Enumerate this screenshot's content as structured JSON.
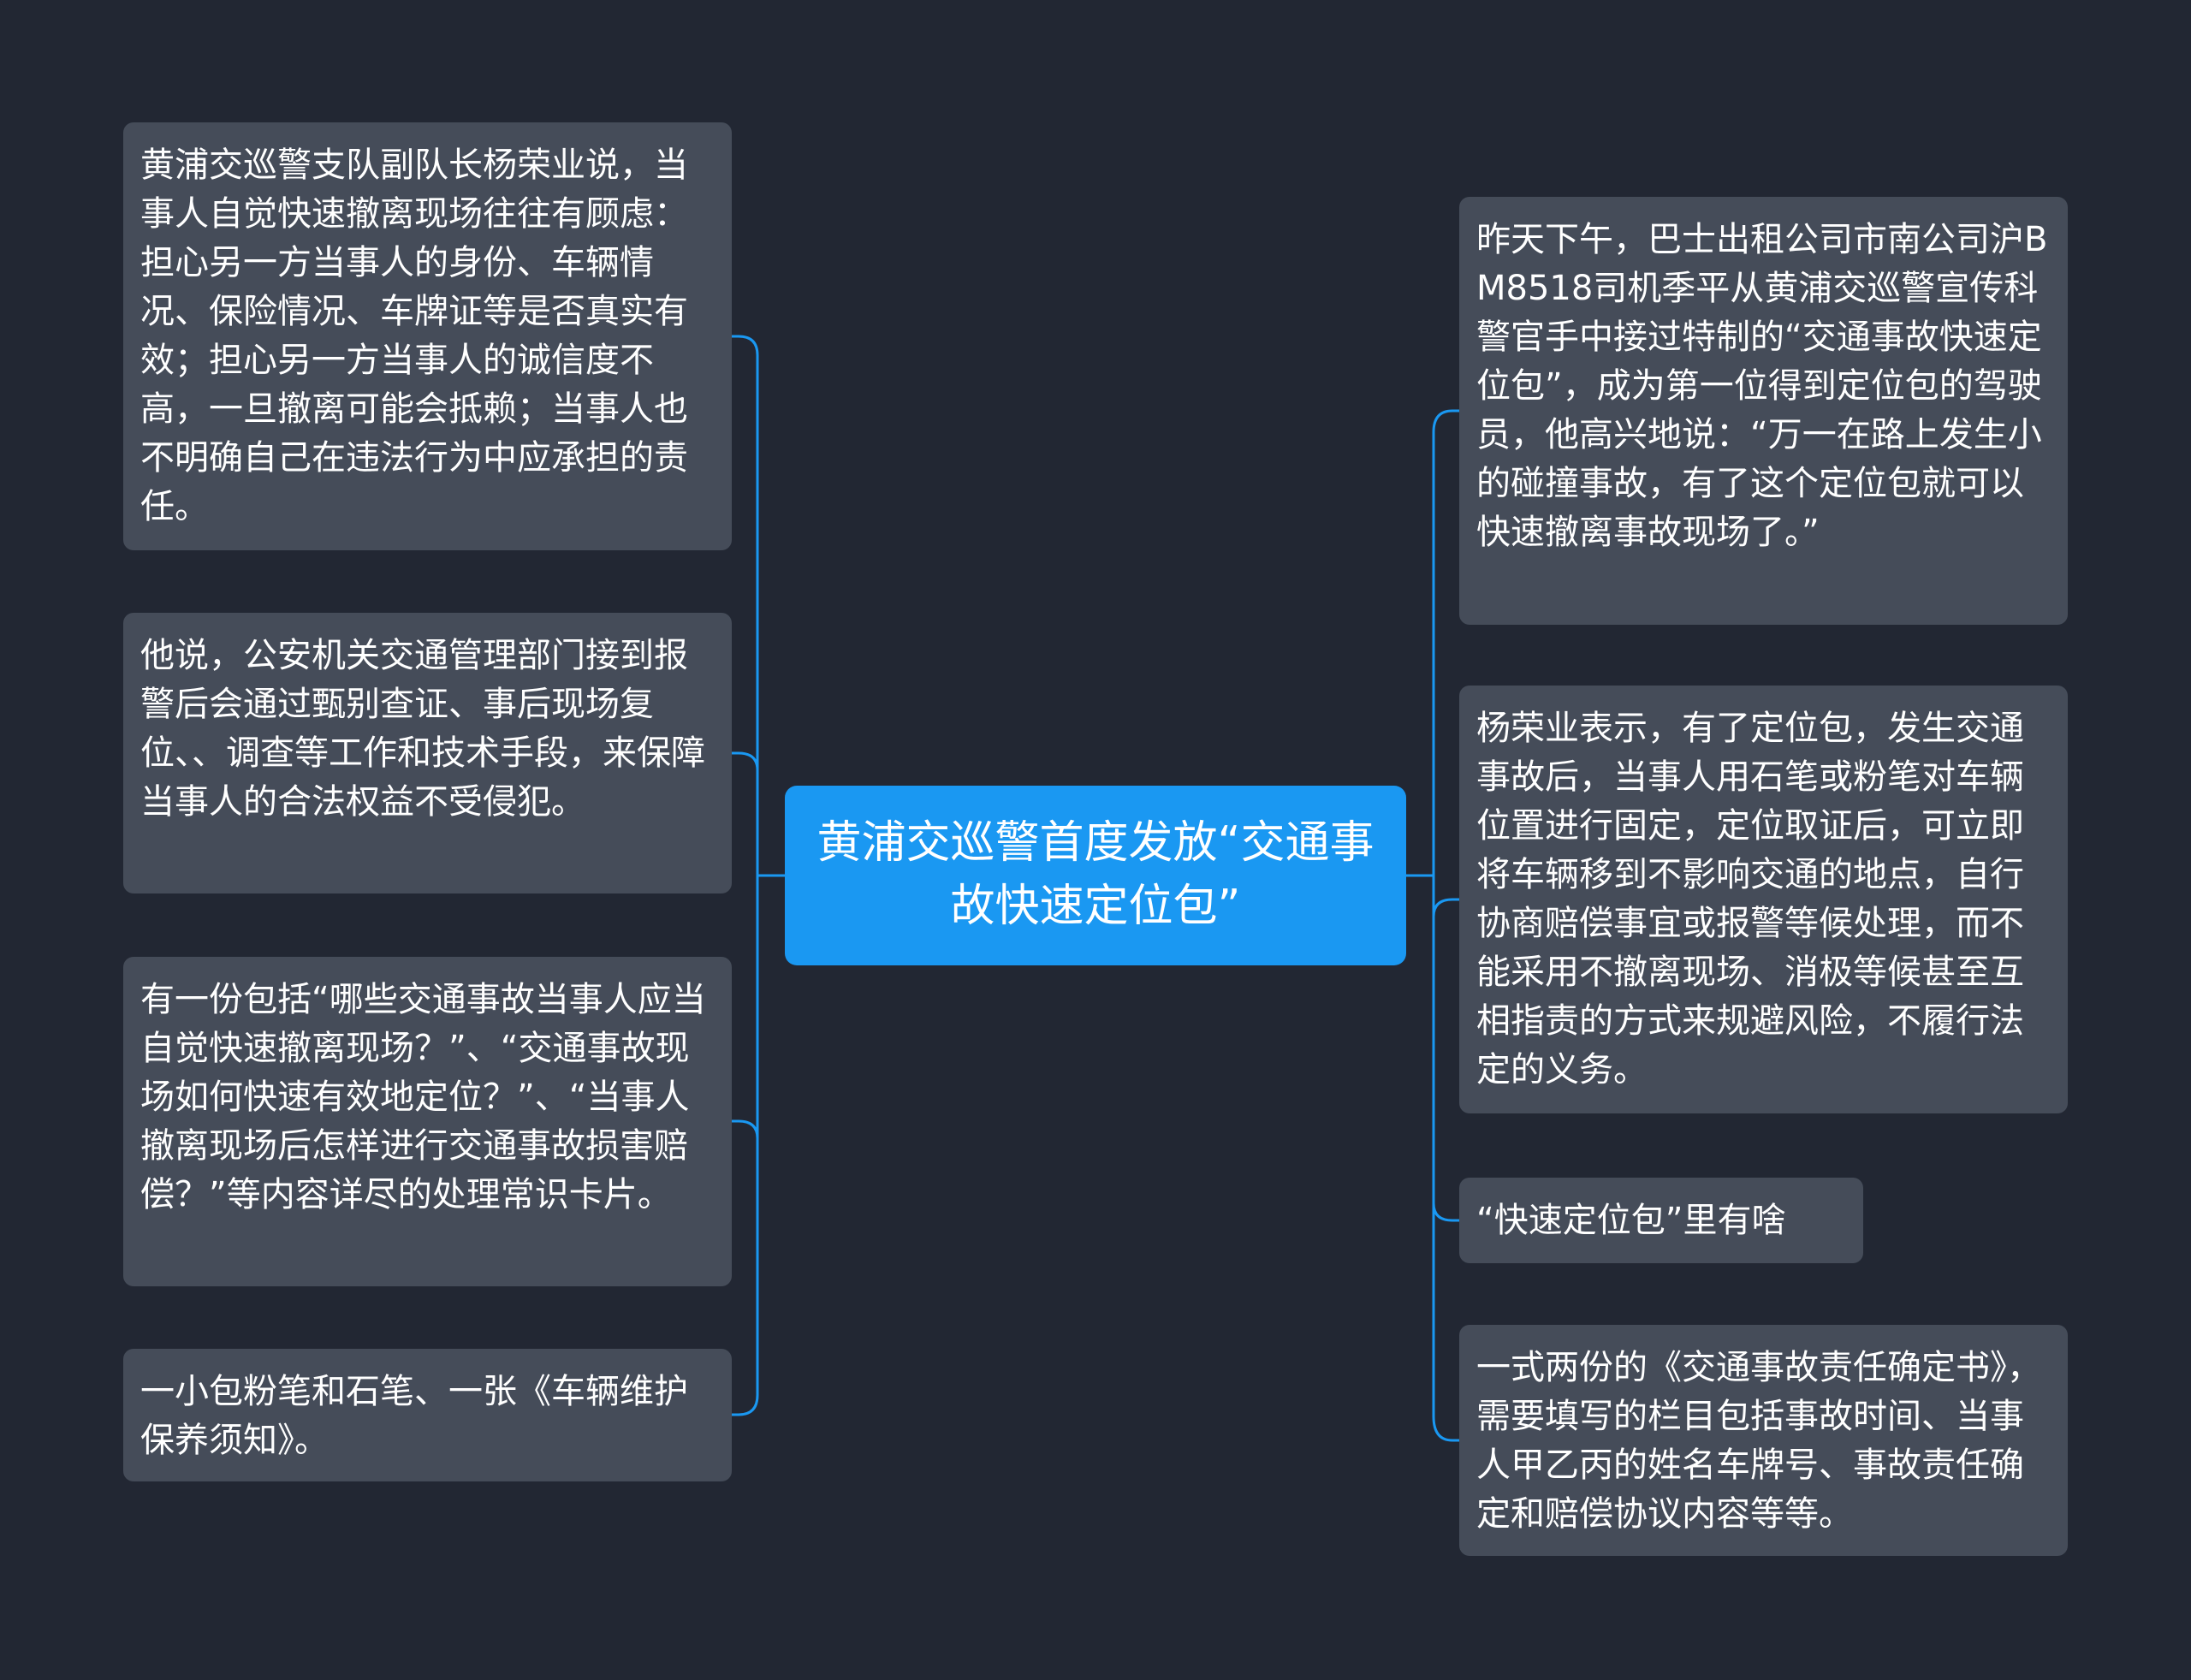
{
  "colors": {
    "background": "#222733",
    "center_node": "#1a98f2",
    "topic_node": "#454c59",
    "connector": "#1a98f2",
    "text": "#ffffff"
  },
  "center": {
    "text": "黄浦交巡警首度发放“交通事故快速定位包”"
  },
  "left_nodes": [
    {
      "text": "黄浦交巡警支队副队长杨荣业说，当事人自觉快速撤离现场往往有顾虑：担心另一方当事人的身份、车辆情况、保险情况、车牌证等是否真实有效；担心另一方当事人的诚信度不高，一旦撤离可能会抵赖；当事人也不明确自己在违法行为中应承担的责任。"
    },
    {
      "text": "他说，公安机关交通管理部门接到报警后会通过甄别查证、事后现场复位、、调查等工作和技术手段，来保障当事人的合法权益不受侵犯。"
    },
    {
      "text": "有一份包括“哪些交通事故当事人应当自觉快速撤离现场？”、“交通事故现场如何快速有效地定位？”、“当事人撤离现场后怎样进行交通事故损害赔偿？”等内容详尽的处理常识卡片。"
    },
    {
      "text": "一小包粉笔和石笔、一张《车辆维护保养须知》。"
    }
  ],
  "right_nodes": [
    {
      "text": "昨天下午，巴士出租公司市南公司沪BM8518司机季平从黄浦交巡警宣传科警官手中接过特制的“交通事故快速定位包”，成为第一位得到定位包的驾驶员，他高兴地说：“万一在路上发生小的碰撞事故，有了这个定位包就可以快速撤离事故现场了。”"
    },
    {
      "text": "杨荣业表示，有了定位包，发生交通事故后，当事人用石笔或粉笔对车辆位置进行固定，定位取证后，可立即将车辆移到不影响交通的地点，自行协商赔偿事宜或报警等候处理，而不能采用不撤离现场、消极等候甚至互相指责的方式来规避风险，不履行法定的义务。"
    },
    {
      "text": "“快速定位包”里有啥"
    },
    {
      "text": "一式两份的《交通事故责任确定书》，需要填写的栏目包括事故时间、当事人甲乙丙的姓名车牌号、事故责任确定和赔偿协议内容等等。"
    }
  ]
}
